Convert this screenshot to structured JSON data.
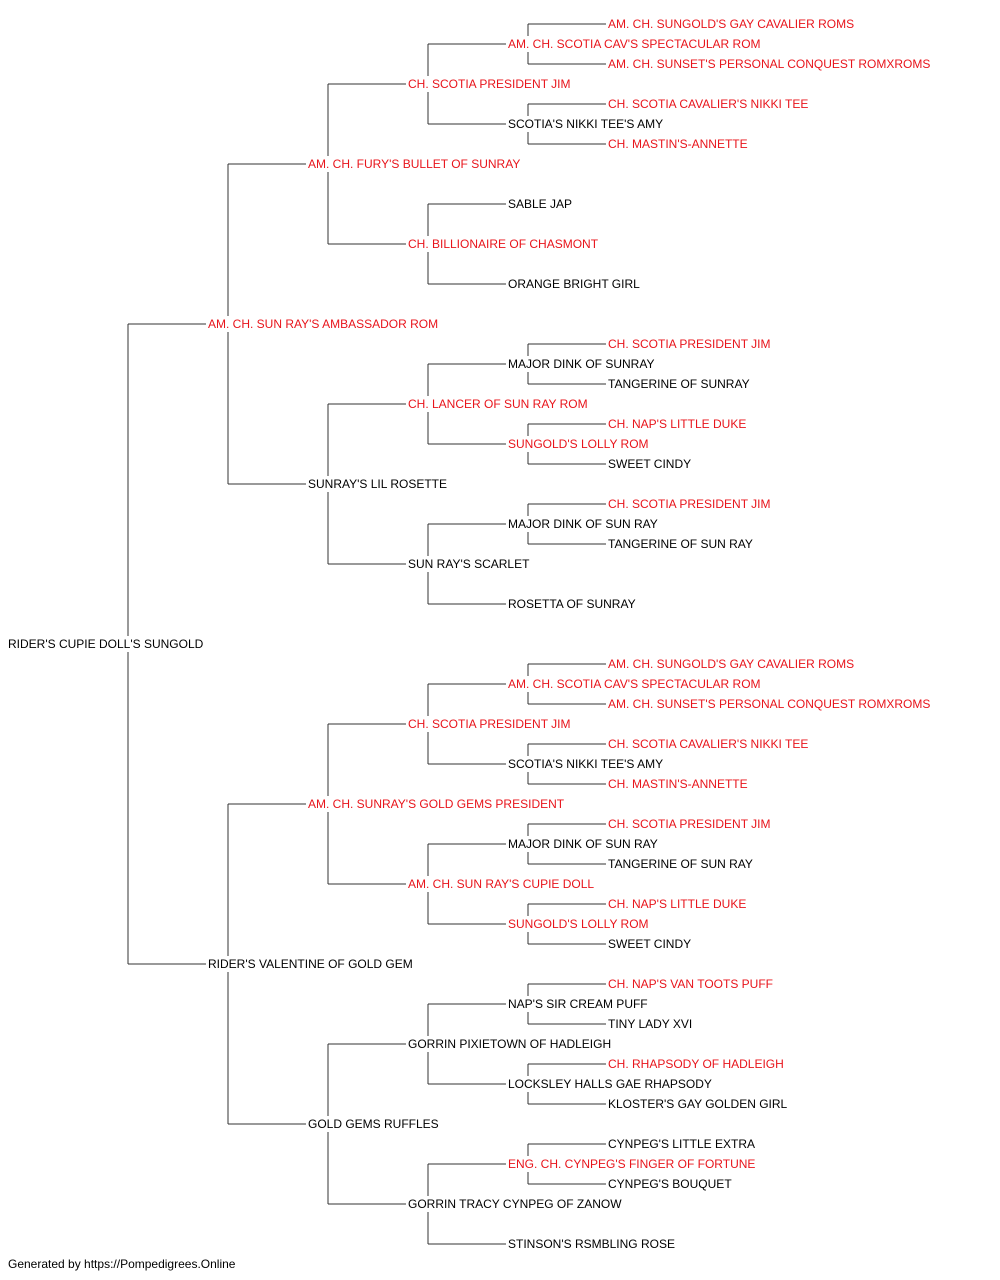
{
  "colors": {
    "champion": "#e8141b",
    "regular": "#000000",
    "line": "#333333"
  },
  "pedigree": {
    "name": "RIDER'S CUPIE DOLL'S SUNGOLD",
    "champion": false,
    "sire": {
      "name": "AM. CH. SUN RAY'S AMBASSADOR ROM",
      "champion": true,
      "sire": {
        "name": "AM. CH. FURY'S BULLET OF SUNRAY",
        "champion": true,
        "sire": {
          "name": "CH. SCOTIA PRESIDENT JIM",
          "champion": true,
          "sire": {
            "name": "AM. CH. SCOTIA CAV'S SPECTACULAR ROM",
            "champion": true,
            "sire": {
              "name": "AM. CH. SUNGOLD'S GAY CAVALIER ROMS",
              "champion": true
            },
            "dam": {
              "name": "AM. CH. SUNSET'S PERSONAL CONQUEST ROMXROMS",
              "champion": true
            }
          },
          "dam": {
            "name": "SCOTIA'S NIKKI TEE'S AMY",
            "champion": false,
            "sire": {
              "name": "CH. SCOTIA CAVALIER'S NIKKI TEE",
              "champion": true
            },
            "dam": {
              "name": "CH. MASTIN'S-ANNETTE",
              "champion": true
            }
          }
        },
        "dam": {
          "name": "CH. BILLIONAIRE OF CHASMONT",
          "champion": true,
          "sire": {
            "name": "SABLE JAP",
            "champion": false
          },
          "dam": {
            "name": "ORANGE BRIGHT GIRL",
            "champion": false
          }
        }
      },
      "dam": {
        "name": "SUNRAY'S LIL ROSETTE",
        "champion": false,
        "sire": {
          "name": "CH. LANCER OF SUN RAY ROM",
          "champion": true,
          "sire": {
            "name": "MAJOR DINK OF SUNRAY",
            "champion": false,
            "sire": {
              "name": "CH. SCOTIA PRESIDENT JIM",
              "champion": true
            },
            "dam": {
              "name": "TANGERINE OF SUNRAY",
              "champion": false
            }
          },
          "dam": {
            "name": "SUNGOLD'S LOLLY ROM",
            "champion": true,
            "sire": {
              "name": "CH. NAP'S LITTLE DUKE",
              "champion": true
            },
            "dam": {
              "name": "SWEET CINDY",
              "champion": false
            }
          }
        },
        "dam": {
          "name": "SUN RAY'S SCARLET",
          "champion": false,
          "sire": {
            "name": "MAJOR DINK OF SUN RAY",
            "champion": false,
            "sire": {
              "name": "CH. SCOTIA PRESIDENT JIM",
              "champion": true
            },
            "dam": {
              "name": "TANGERINE OF SUN RAY",
              "champion": false
            }
          },
          "dam": {
            "name": "ROSETTA OF SUNRAY",
            "champion": false
          }
        }
      }
    },
    "dam": {
      "name": "RIDER'S VALENTINE OF GOLD GEM",
      "champion": false,
      "sire": {
        "name": "AM. CH. SUNRAY'S GOLD GEMS PRESIDENT",
        "champion": true,
        "sire": {
          "name": "CH. SCOTIA PRESIDENT JIM",
          "champion": true,
          "sire": {
            "name": "AM. CH. SCOTIA CAV'S SPECTACULAR ROM",
            "champion": true,
            "sire": {
              "name": "AM. CH. SUNGOLD'S GAY CAVALIER ROMS",
              "champion": true
            },
            "dam": {
              "name": "AM. CH. SUNSET'S PERSONAL CONQUEST ROMXROMS",
              "champion": true
            }
          },
          "dam": {
            "name": "SCOTIA'S NIKKI TEE'S AMY",
            "champion": false,
            "sire": {
              "name": "CH. SCOTIA CAVALIER'S NIKKI TEE",
              "champion": true
            },
            "dam": {
              "name": "CH. MASTIN'S-ANNETTE",
              "champion": true
            }
          }
        },
        "dam": {
          "name": "AM. CH. SUN RAY'S CUPIE DOLL",
          "champion": true,
          "sire": {
            "name": "MAJOR DINK OF SUN RAY",
            "champion": false,
            "sire": {
              "name": "CH. SCOTIA PRESIDENT JIM",
              "champion": true
            },
            "dam": {
              "name": "TANGERINE OF SUN RAY",
              "champion": false
            }
          },
          "dam": {
            "name": "SUNGOLD'S LOLLY ROM",
            "champion": true,
            "sire": {
              "name": "CH. NAP'S LITTLE DUKE",
              "champion": true
            },
            "dam": {
              "name": "SWEET CINDY",
              "champion": false
            }
          }
        }
      },
      "dam": {
        "name": "GOLD GEMS RUFFLES",
        "champion": false,
        "sire": {
          "name": "GORRIN PIXIETOWN OF HADLEIGH",
          "champion": false,
          "sire": {
            "name": "NAP'S SIR CREAM PUFF",
            "champion": false,
            "sire": {
              "name": "CH. NAP'S VAN TOOTS PUFF",
              "champion": true
            },
            "dam": {
              "name": "TINY LADY XVI",
              "champion": false
            }
          },
          "dam": {
            "name": "LOCKSLEY HALLS GAE RHAPSODY",
            "champion": false,
            "sire": {
              "name": "CH. RHAPSODY OF HADLEIGH",
              "champion": true
            },
            "dam": {
              "name": "KLOSTER'S GAY GOLDEN GIRL",
              "champion": false
            }
          }
        },
        "dam": {
          "name": "GORRIN TRACY CYNPEG OF ZANOW",
          "champion": false,
          "sire": {
            "name": "ENG. CH. CYNPEG'S FINGER OF FORTUNE",
            "champion": true,
            "sire": {
              "name": "CYNPEG'S LITTLE EXTRA",
              "champion": false
            },
            "dam": {
              "name": "CYNPEG'S BOUQUET",
              "champion": false
            }
          },
          "dam": {
            "name": "STINSON'S RSMBLING ROSE",
            "champion": false
          }
        }
      }
    }
  },
  "footer": "Generated by https://Pompedigrees.Online"
}
